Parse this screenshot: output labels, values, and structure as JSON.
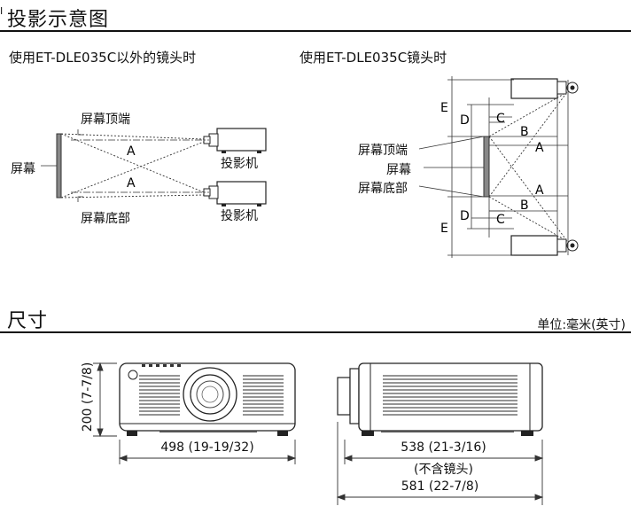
{
  "section1": {
    "marker": "I",
    "title": "投影示意图"
  },
  "left_diagram": {
    "heading": "使用ET-DLE035C以外的镜头时",
    "label_screen_top": "屏幕顶端",
    "label_screen": "屏幕",
    "label_screen_bottom": "屏幕底部",
    "label_projector_top": "投影机",
    "label_projector_bottom": "投影机",
    "dist_top": "A",
    "dist_bottom": "A"
  },
  "right_diagram": {
    "heading": "使用ET-DLE035C镜头时",
    "label_screen_top": "屏幕顶端",
    "label_screen": "屏幕",
    "label_screen_bottom": "屏幕底部",
    "top": {
      "E": "E",
      "D": "D",
      "C": "C",
      "B": "B",
      "A": "A"
    },
    "bottom": {
      "E": "E",
      "D": "D",
      "C": "C",
      "B": "B",
      "A": "A"
    }
  },
  "section2": {
    "title": "尺寸",
    "unit": "单位:毫米(英寸)"
  },
  "dimensions": {
    "height": "200 (7-7/8)",
    "front_width": "498 (19-19/32)",
    "side_depth": "538 (21-3/16)",
    "side_depth_note": "(不含镜头)",
    "side_total": "581 (22-7/8)"
  }
}
